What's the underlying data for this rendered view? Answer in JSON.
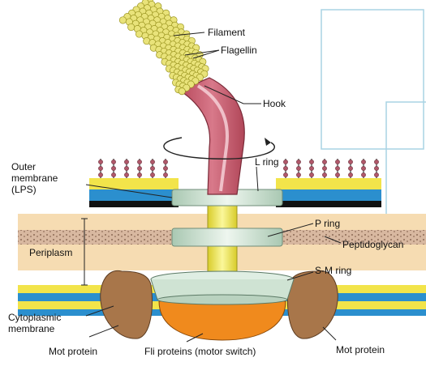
{
  "labels": {
    "filament": "Filament",
    "flagellin": "Flagellin",
    "hook": "Hook",
    "outer_membrane": [
      "Outer",
      "membrane",
      "(LPS)"
    ],
    "l_ring": "L ring",
    "periplasm": "Periplasm",
    "p_ring": "P ring",
    "peptidoglycan": "Peptidoglycan",
    "sm_ring": "S-M ring",
    "cytoplasmic_membrane": [
      "Cytoplasmic",
      "membrane"
    ],
    "mot_protein_left": "Mot protein",
    "fli_proteins": "Fli proteins (motor switch)",
    "mot_protein_right": "Mot protein"
  },
  "colors": {
    "filament_bead": "#e9e37a",
    "hook": "#c85a6c",
    "periplasm": "#f6dcb2",
    "peptidoglycan": "#c9a88c",
    "ring": "#cfe3d3",
    "rod": "#f4ee4f",
    "fli": "#f08a1d",
    "mot": "#a8764a",
    "membrane_yellow": "#f2e44a",
    "membrane_blue": "#2b8fce",
    "panel_border": "#a8d3e4"
  }
}
